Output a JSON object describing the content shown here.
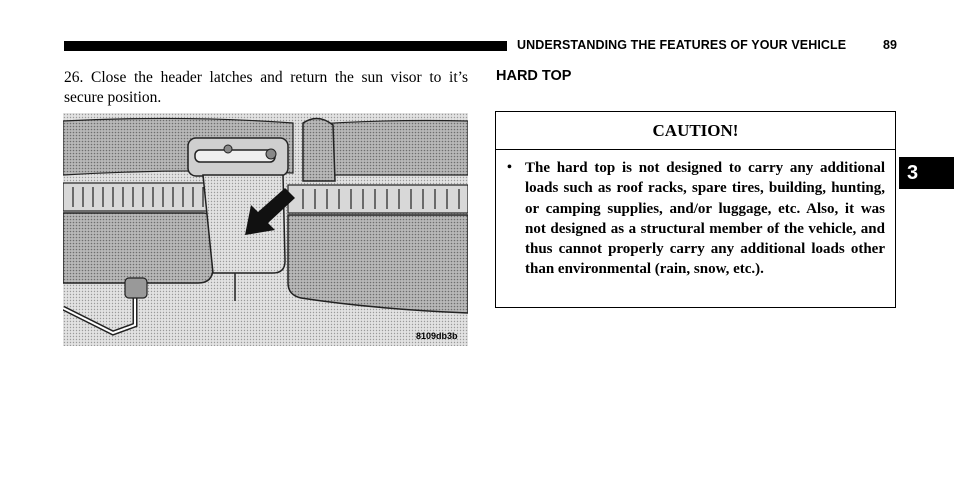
{
  "header": {
    "title": "UNDERSTANDING THE FEATURES OF YOUR VEHICLE",
    "page_number": "89"
  },
  "left_column": {
    "step_text": "26. Close the header latches and return the sun visor to it’s secure position.",
    "figure_id": "8109db3b"
  },
  "right_column": {
    "section_heading": "HARD TOP",
    "caution": {
      "title": "CAUTION!",
      "bullet": "•",
      "text": "The hard top is not designed to carry any addi­tional loads such as roof racks, spare tires, build­ing, hunting, or camping supplies, and/or lug­gage, etc. Also, it was not designed as a structural member of the vehicle, and thus cannot properly carry any additional loads other than environmen­tal (rain, snow, etc.)."
    }
  },
  "chapter_tab": "3"
}
